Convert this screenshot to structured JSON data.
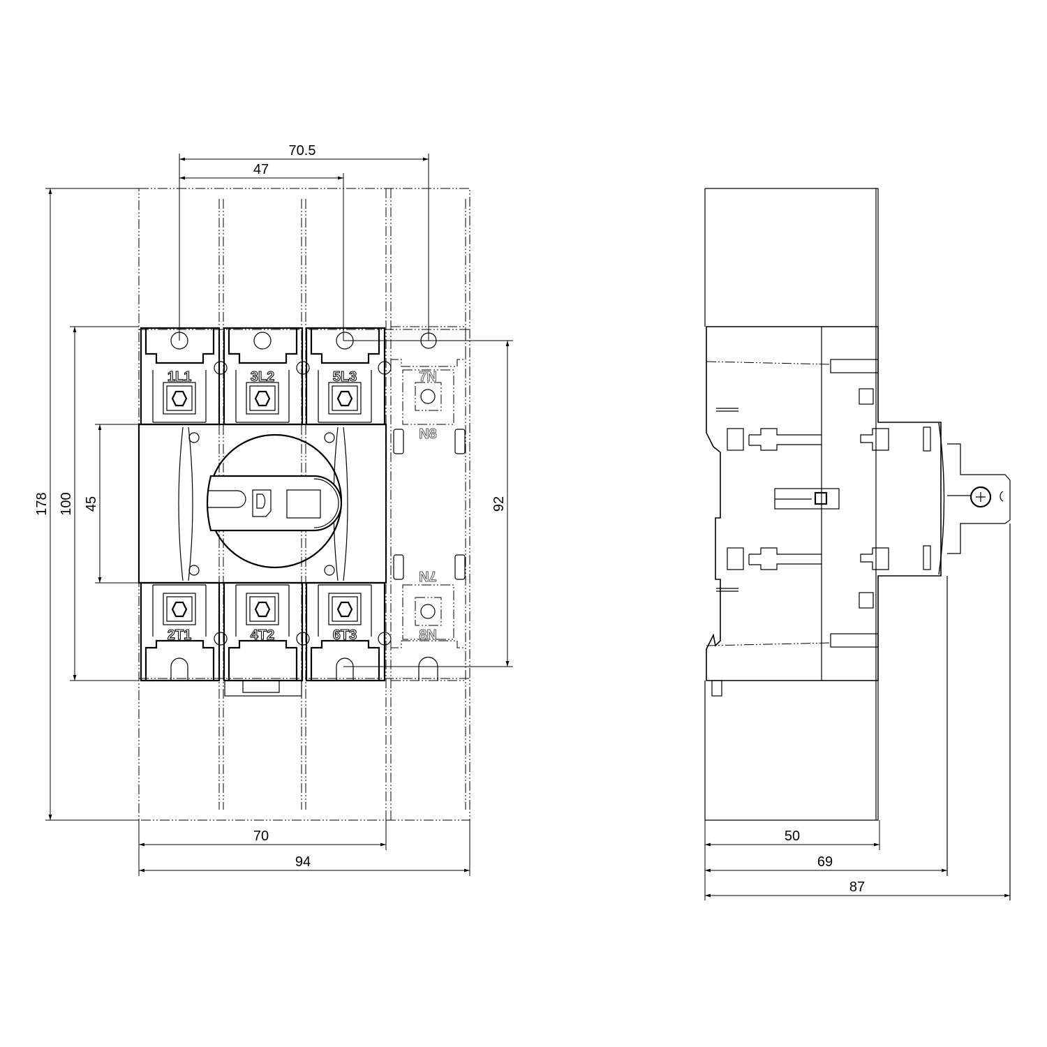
{
  "front_view": {
    "top_terminals": [
      "1L1",
      "3L2",
      "5L3"
    ],
    "bottom_terminals": [
      "2T1",
      "4T2",
      "6T3"
    ],
    "neutral_top": {
      "upper": "7N",
      "lower": "N8"
    },
    "neutral_bottom": {
      "upper": "7N",
      "lower": "8N"
    },
    "dimensions": {
      "overall_pole_pitch": "70.5",
      "pole_pitch_two": "47",
      "height_overall": "178",
      "height_terminals": "100",
      "height_cover": "45",
      "height_neutral": "92",
      "width_3pole": "70",
      "width_4pole": "94"
    }
  },
  "side_view": {
    "dimensions": {
      "depth_body": "50",
      "depth_mechanism": "69",
      "depth_overall": "87"
    }
  }
}
